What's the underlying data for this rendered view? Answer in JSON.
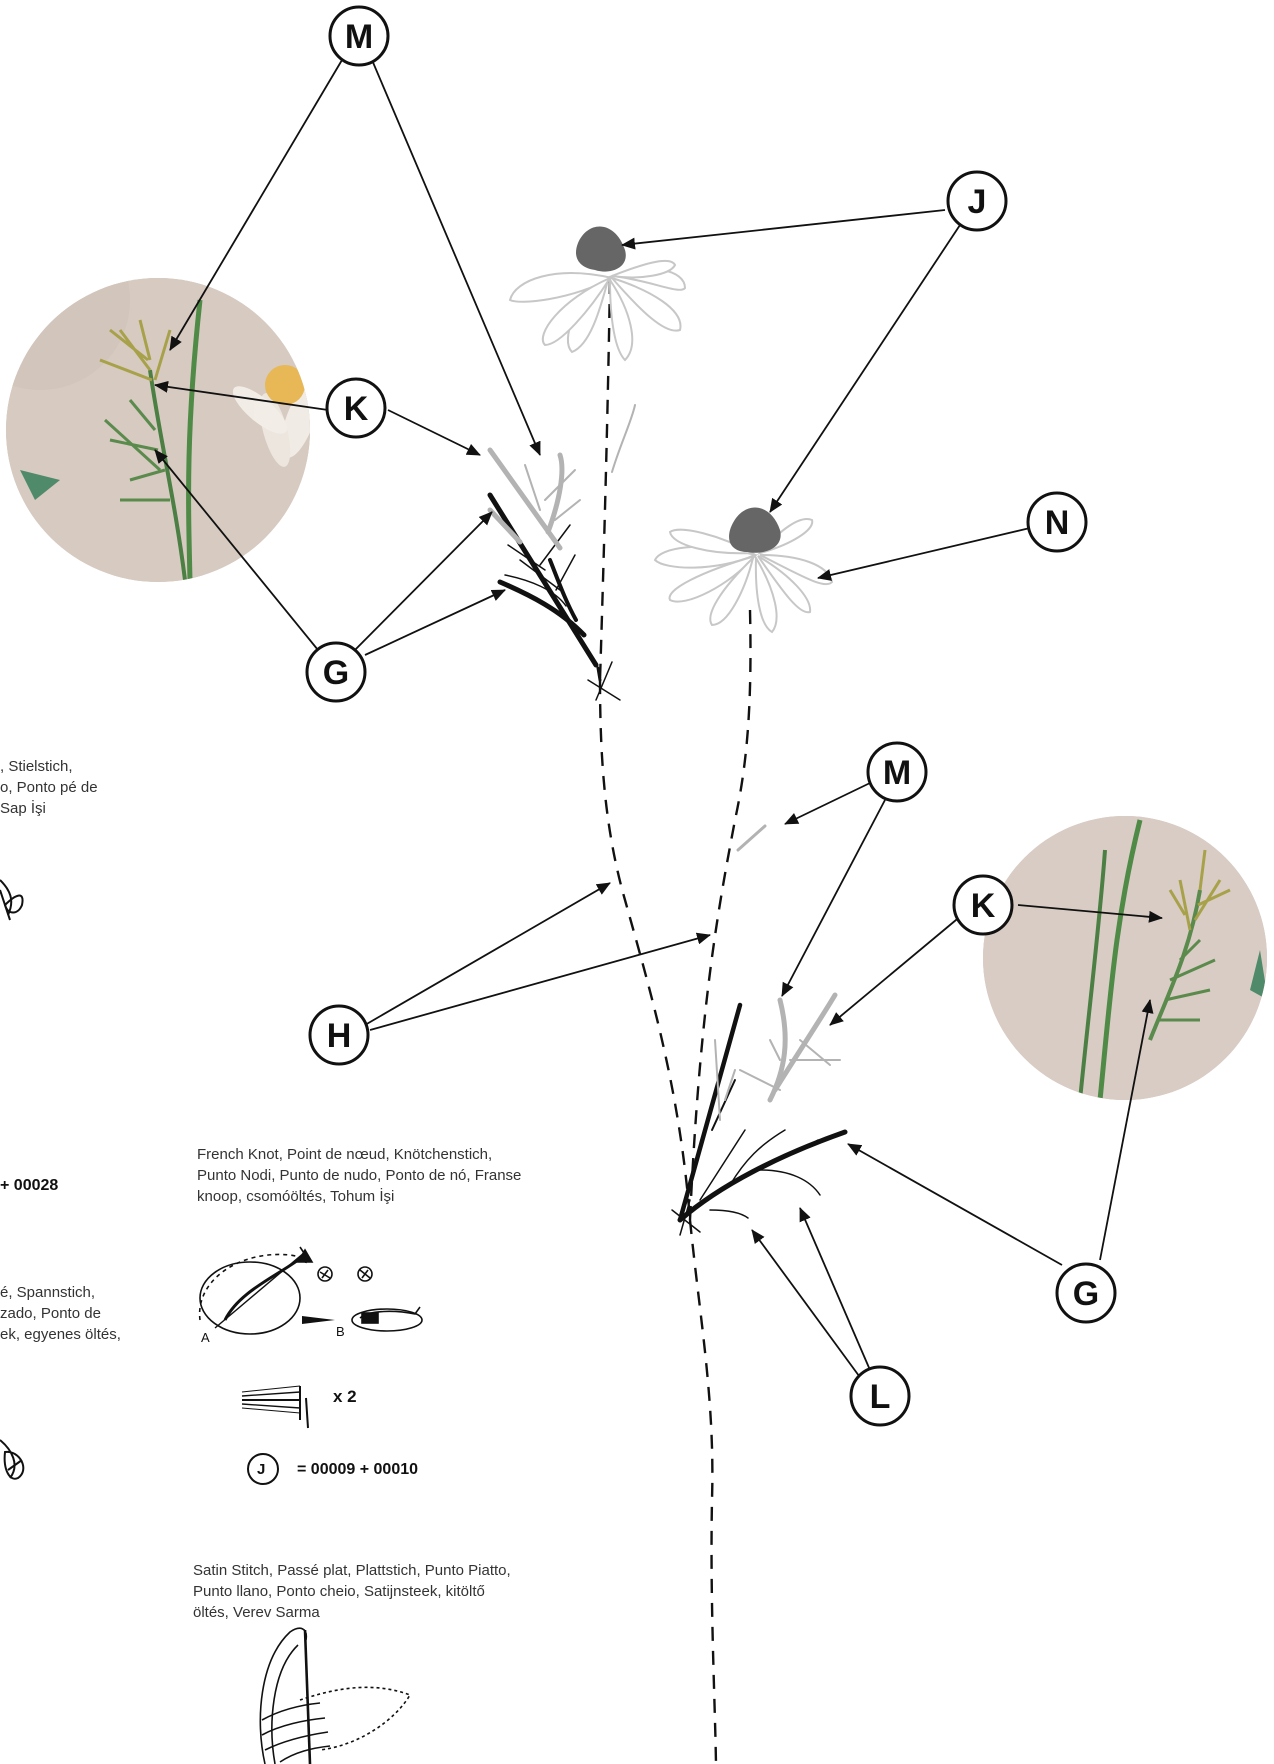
{
  "callouts": {
    "m1": "M",
    "j": "J",
    "k1": "K",
    "n": "N",
    "g1": "G",
    "m2": "M",
    "h": "H",
    "k2": "K",
    "g2": "G",
    "l": "L"
  },
  "left_fragments": {
    "line1": ", Stielstich,",
    "line2": "o, Ponto pé de",
    "line3": "Sap İşi",
    "thread_code": "+ 00028",
    "straight1": "é, Spannstich,",
    "straight2": "zado, Ponto de",
    "straight3": "ek, egyenes öltés,"
  },
  "french_knot": {
    "line1": "French Knot, Point de nœud, Knötchenstich,",
    "line2": "Punto Nodi, Punto de nudo, Ponto de nó, Franse",
    "line3": "knoop, csomóöltés, Tohum İşi",
    "label_a": "A",
    "label_b": "B",
    "strands": "x 2",
    "legend_letter": "J",
    "legend_code": "= 00009 + 00010"
  },
  "satin": {
    "line1": "Satin Stitch, Passé plat, Plattstich, Punto Piatto,",
    "line2": "Punto llano, Ponto cheio, Satijnsteek, kitöltő",
    "line3": "öltés, Verev Sarma"
  },
  "colors": {
    "line": "#111111",
    "light_gray": "#b3b3b3",
    "flower_center": "#666666",
    "photo_bg": "#d6c8bf",
    "stem_green": "#5a8a4c",
    "olive": "#a7a14a"
  }
}
